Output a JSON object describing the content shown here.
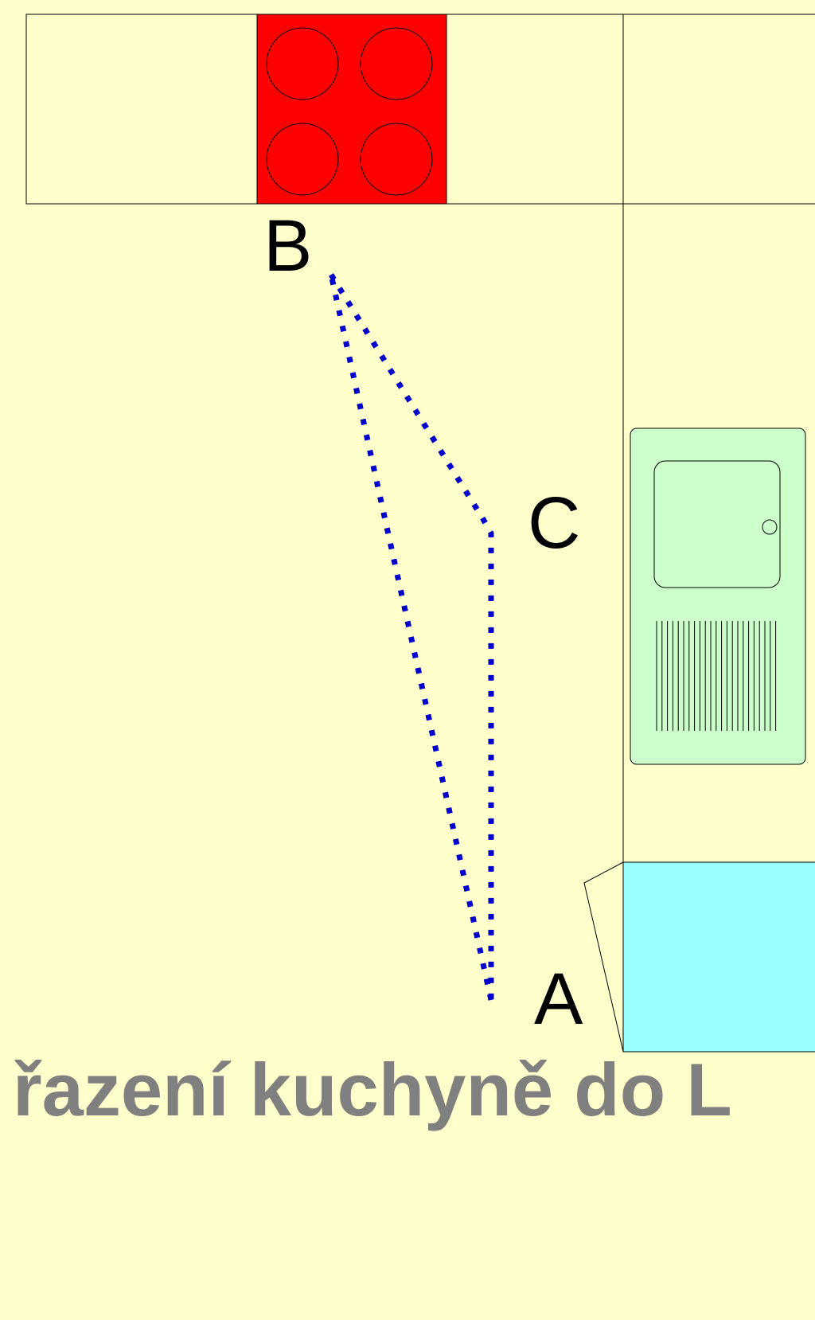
{
  "colors": {
    "background": "#FFFFCC",
    "stove": "#FF0000",
    "sink": "#CCFFCC",
    "fridge": "#99FFFF",
    "path": "#0000CC",
    "caption": "#808080",
    "outline": "#000000"
  },
  "labels": {
    "point_a": "A",
    "point_b": "B",
    "point_c": "C"
  },
  "caption": "řazení kuchyně do L",
  "icons": [
    "cooktop-icon",
    "sink-icon",
    "fridge-icon"
  ]
}
